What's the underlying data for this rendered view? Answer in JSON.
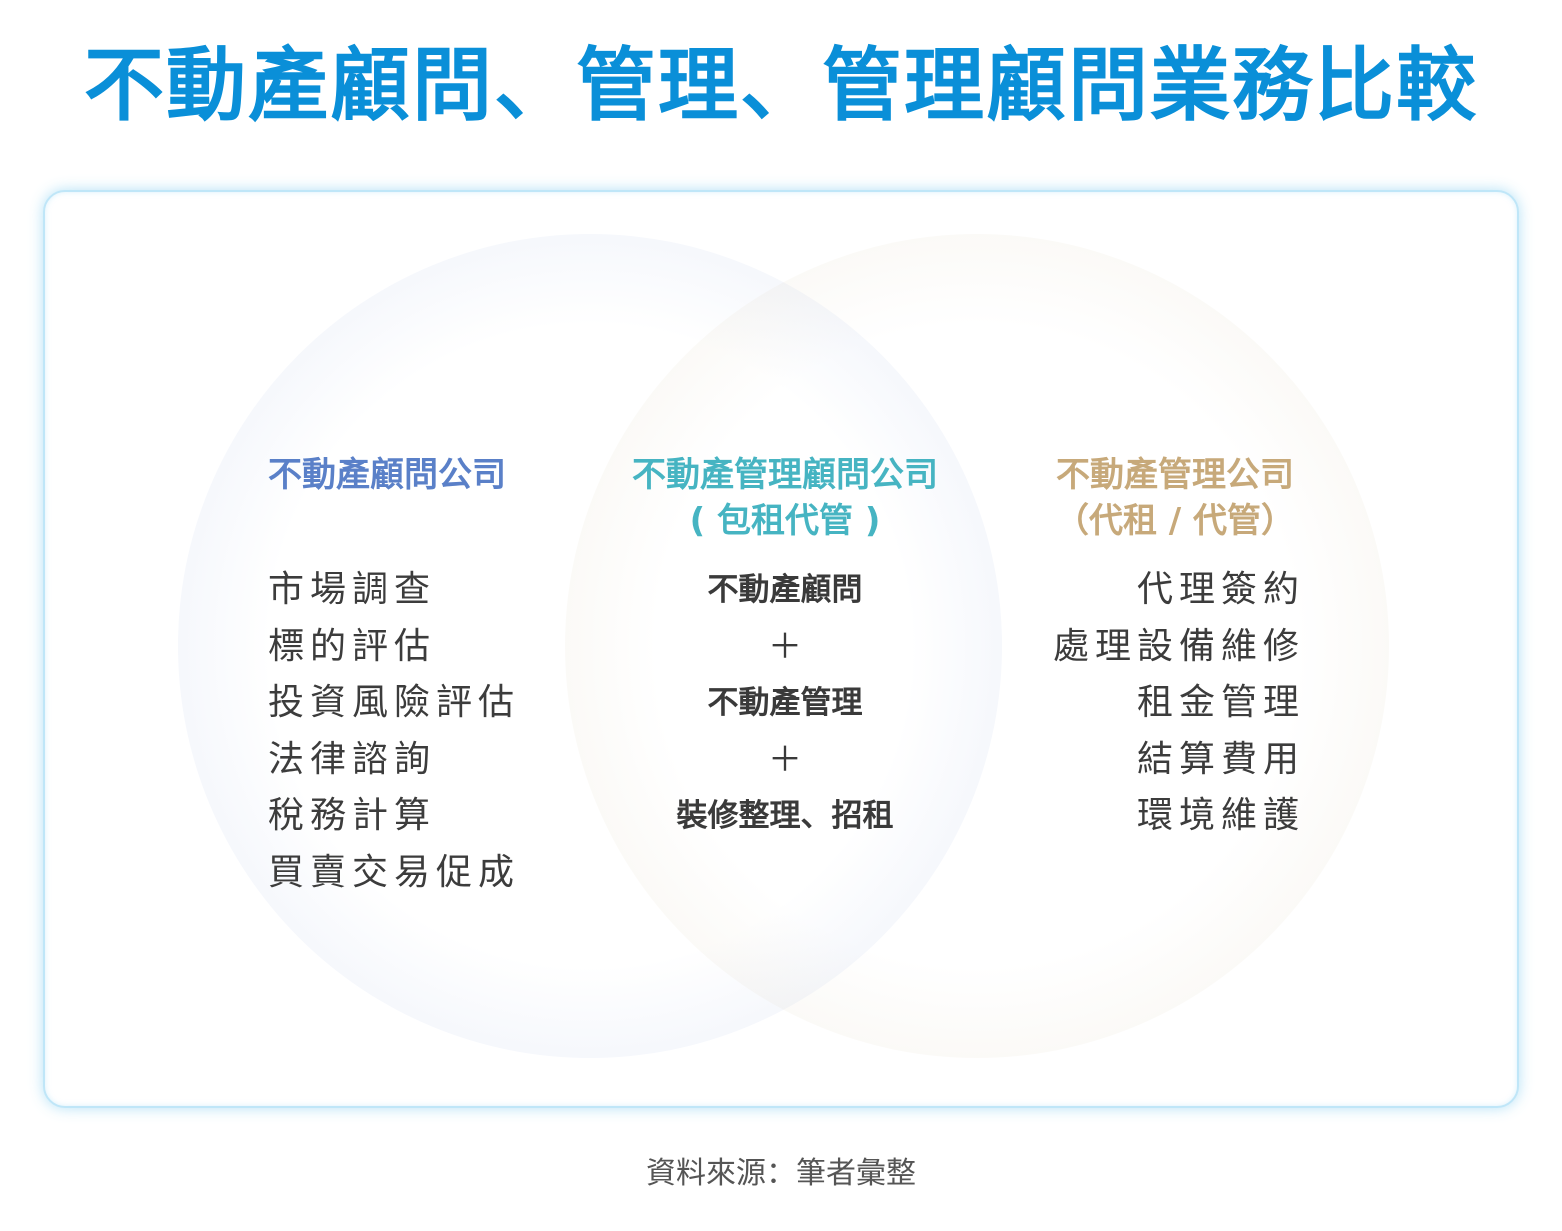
{
  "title": "不動產顧問、管理、管理顧問業務比較",
  "colors": {
    "title": "#0a8fd8",
    "left_circle": "#6e8cd2",
    "right_circle": "#bea982",
    "left_heading": "#5a80c8",
    "mid_heading": "#46b4c2",
    "right_heading": "#c7a97a",
    "body_text": "#3c3c3c"
  },
  "left": {
    "heading": "不動產顧問公司",
    "items": [
      "市場調查",
      "標的評估",
      "投資風險評估",
      "法律諮詢",
      "稅務計算",
      "買賣交易促成"
    ]
  },
  "middle": {
    "heading_line1": "不動產管理顧問公司",
    "heading_line2": "( 包租代管 )",
    "items": [
      "不動產顧問",
      "＋",
      "不動產管理",
      "＋",
      "裝修整理、招租"
    ]
  },
  "right": {
    "heading_line1": "不動產管理公司",
    "heading_line2": "（代租 / 代管）",
    "items": [
      "代理簽約",
      "處理設備維修",
      "租金管理",
      "結算費用",
      "環境維護"
    ]
  },
  "source": "資料來源：筆者彙整"
}
